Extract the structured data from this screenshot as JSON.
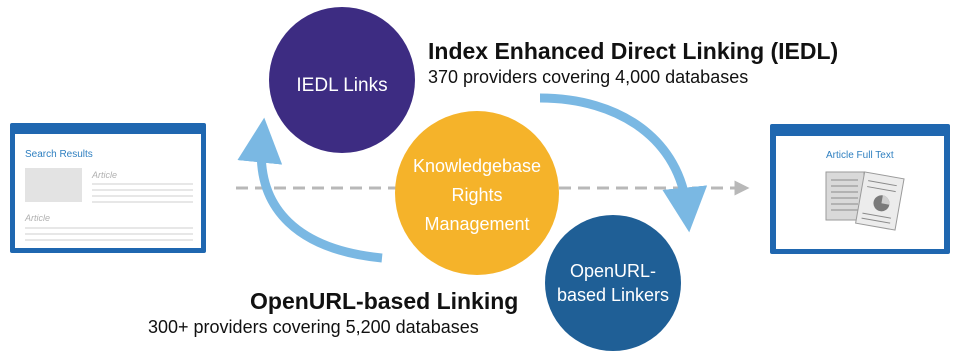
{
  "left_screen": {
    "title": "Search Results",
    "item_label_1": "Article",
    "item_label_2": "Article"
  },
  "right_screen": {
    "title": "Article Full Text"
  },
  "circles": {
    "iedl": "IEDL Links",
    "kb_line1": "Knowledgebase",
    "kb_line2": "Rights",
    "kb_line3": "Management",
    "openurl_line1": "OpenURL-",
    "openurl_line2": "based Linkers"
  },
  "iedl": {
    "heading": "Index Enhanced Direct Linking (IEDL)",
    "subtext": "370 providers covering 4,000 databases"
  },
  "openurl": {
    "heading": "OpenURL-based Linking",
    "subtext": "300+ providers covering 5,200 databases"
  },
  "colors": {
    "iedl_circle": "#3d2c82",
    "kb_circle": "#f5b32a",
    "openurl_circle": "#1f5f96",
    "arrow": "#7ab8e3",
    "screen_frame": "#1f67b0",
    "dashed_line": "#b8b8b8"
  }
}
